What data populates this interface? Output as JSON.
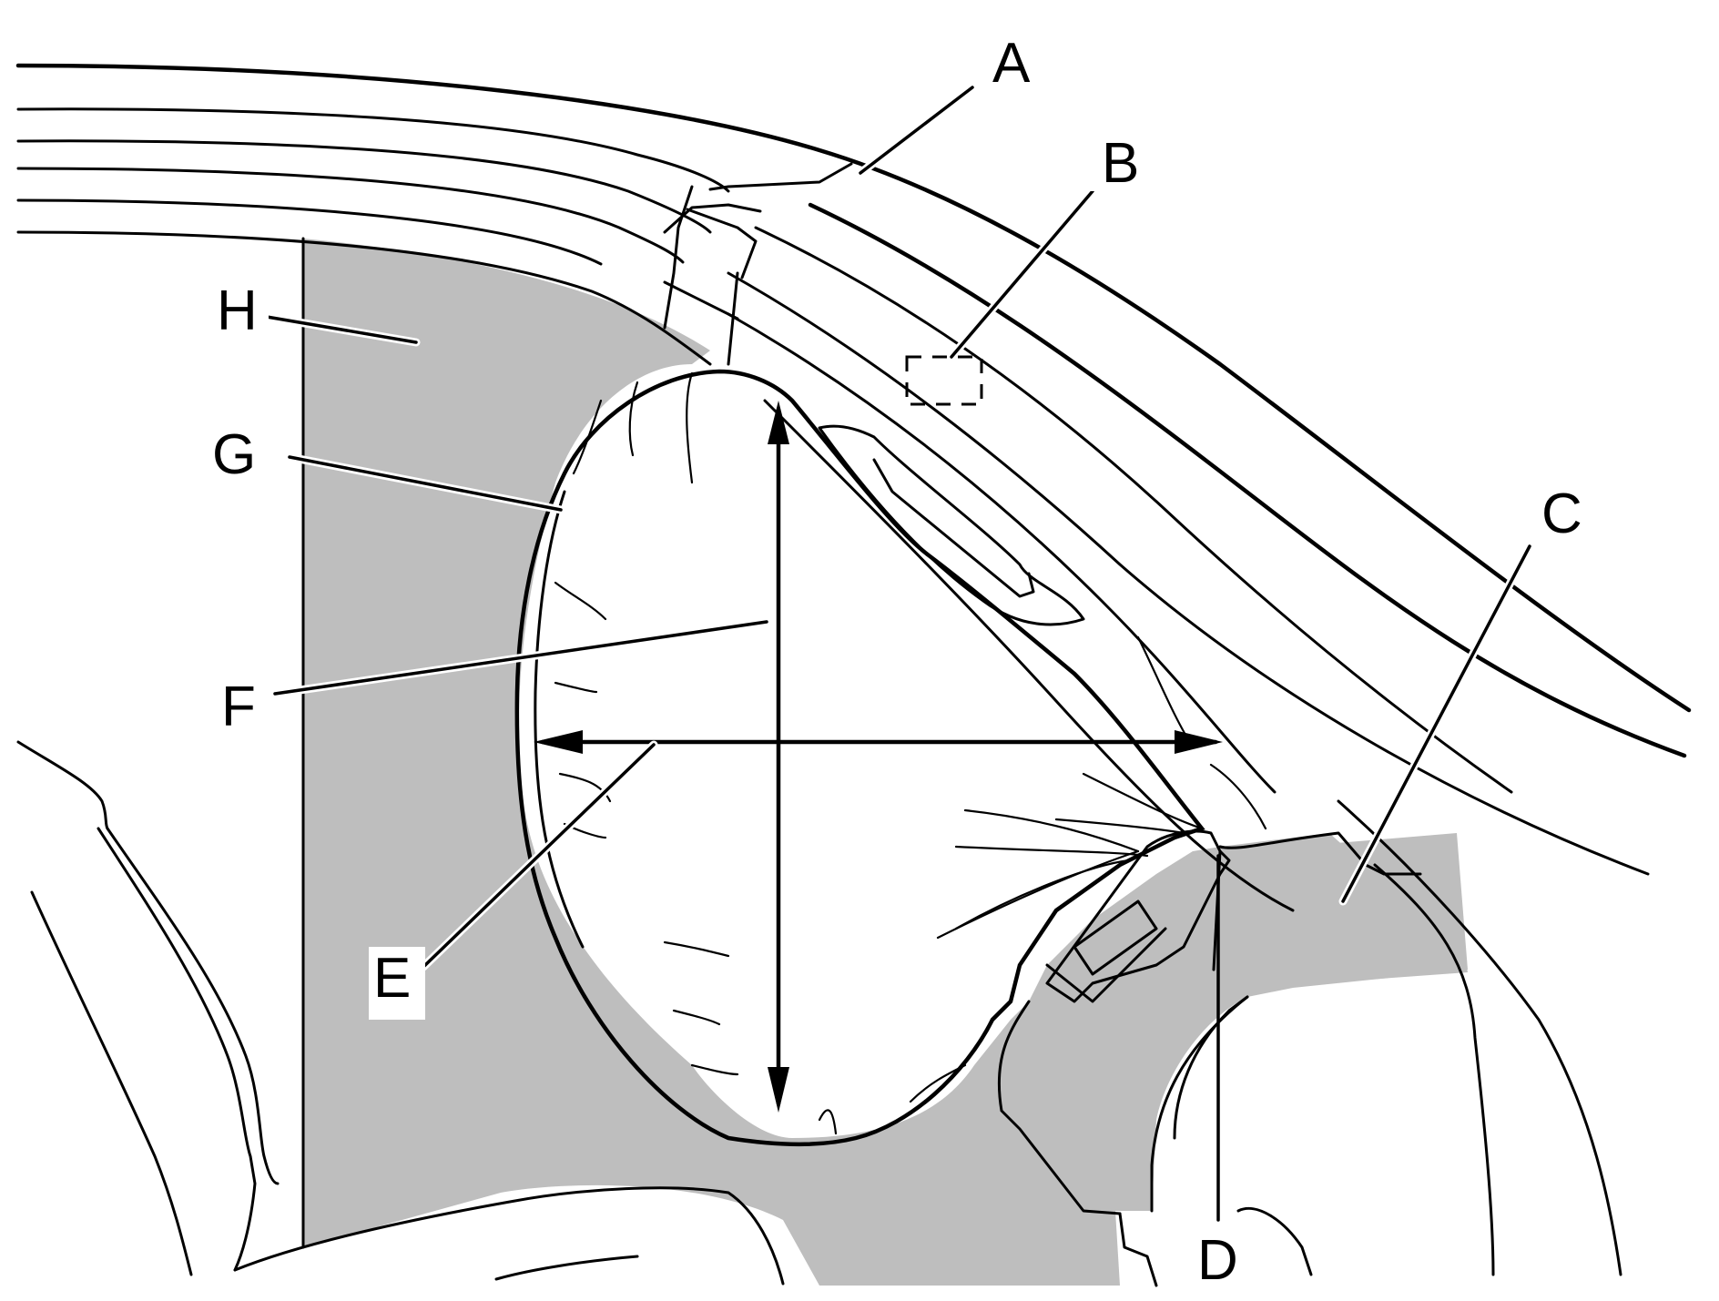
{
  "figure": {
    "background": "#ffffff",
    "shade_color": "#bebebe",
    "line_color": "#000000"
  },
  "callouts": {
    "a": "A",
    "b": "B",
    "c": "C",
    "d": "D",
    "e": "E",
    "f": "F",
    "g": "G",
    "h": "H"
  }
}
